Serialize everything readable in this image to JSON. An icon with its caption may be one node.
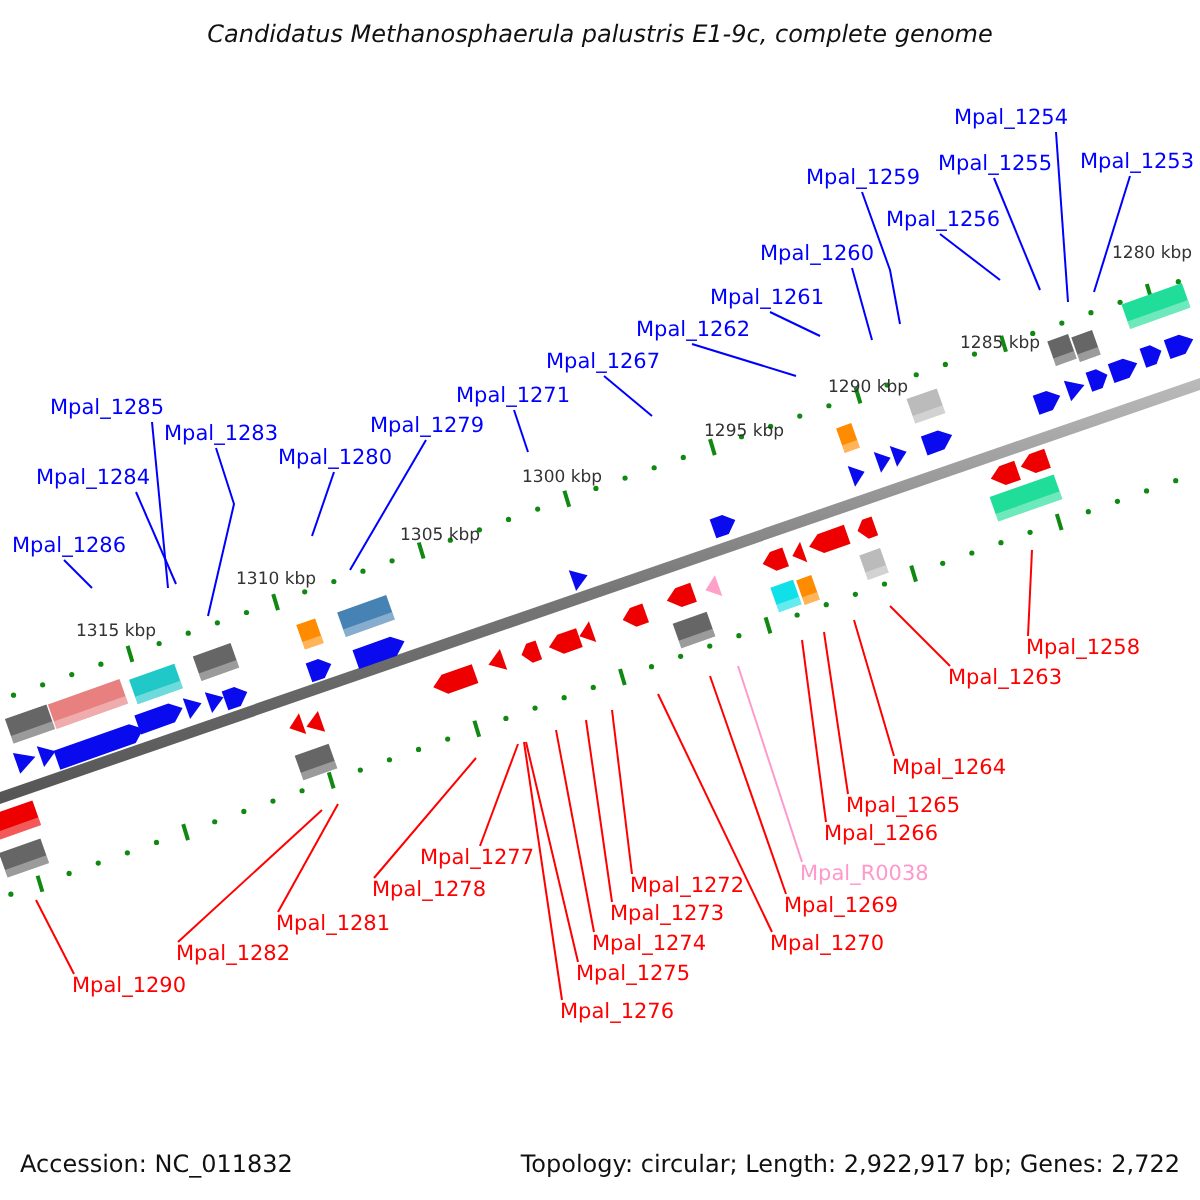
{
  "diagram": {
    "title": "Candidatus Methanosphaerula palustris E1-9c, complete genome",
    "nodes": [
      {
        "text": [
          "Mpal_1254"
        ]
      },
      {
        "text": [
          "Mpal_1253"
        ]
      },
      {
        "text": [
          "Mpal_1255"
        ]
      },
      {
        "text": [
          "Mpal_1259"
        ]
      },
      {
        "text": [
          "Mpal_1256"
        ]
      },
      {
        "text": [
          "Mpal_1260"
        ]
      },
      {
        "text": [
          "Mpal_1261"
        ]
      },
      {
        "text": [
          "Mpal_1262"
        ]
      },
      {
        "text": [
          "Mpal_1267"
        ]
      },
      {
        "text": [
          "Mpal_1271"
        ]
      },
      {
        "text": [
          "Mpal_1285"
        ]
      },
      {
        "text": [
          "Mpal_1279"
        ]
      },
      {
        "text": [
          "Mpal_1283"
        ]
      },
      {
        "text": [
          "Mpal_1280"
        ]
      },
      {
        "text": [
          "Mpal_1284"
        ]
      },
      {
        "text": [
          "Mpal_1286"
        ]
      },
      {
        "text": [
          "Mpal_1258"
        ]
      },
      {
        "text": [
          "Mpal_1263"
        ]
      },
      {
        "text": [
          "Mpal_1264"
        ]
      },
      {
        "text": [
          "Mpal_1265"
        ]
      },
      {
        "text": [
          "Mpal_1266"
        ]
      },
      {
        "text": [
          "Mpal_1277"
        ]
      },
      {
        "text": [
          "Mpal_R0038"
        ]
      },
      {
        "text": [
          "Mpal_1272"
        ]
      },
      {
        "text": [
          "Mpal_1278"
        ]
      },
      {
        "text": [
          "Mpal_1269"
        ]
      },
      {
        "text": [
          "Mpal_1273"
        ]
      },
      {
        "text": [
          "Mpal_1281"
        ]
      },
      {
        "text": [
          "Mpal_1270"
        ]
      },
      {
        "text": [
          "Mpal_1274"
        ]
      },
      {
        "text": [
          "Mpal_1282"
        ]
      },
      {
        "text": [
          "Mpal_1275"
        ]
      },
      {
        "text": [
          "Mpal_1290"
        ]
      },
      {
        "text": [
          "Mpal_1276"
        ]
      }
    ],
    "edges": [
      {
        "from": 0,
        "to": null,
        "arrow": "none",
        "color": "#0000ff"
      },
      {
        "from": 1,
        "to": null,
        "arrow": "none",
        "color": "#0000ff"
      },
      {
        "from": 2,
        "to": null,
        "arrow": "none",
        "color": "#0000ff"
      },
      {
        "from": 3,
        "to": null,
        "arrow": "none",
        "color": "#0000ff"
      },
      {
        "from": 4,
        "to": null,
        "arrow": "none",
        "color": "#0000ff"
      },
      {
        "from": 5,
        "to": null,
        "arrow": "none",
        "color": "#0000ff"
      },
      {
        "from": 6,
        "to": null,
        "arrow": "none",
        "color": "#0000ff"
      },
      {
        "from": 7,
        "to": null,
        "arrow": "none",
        "color": "#0000ff"
      },
      {
        "from": 8,
        "to": null,
        "arrow": "none",
        "color": "#0000ff"
      },
      {
        "from": 9,
        "to": null,
        "arrow": "none",
        "color": "#0000ff"
      },
      {
        "from": 10,
        "to": null,
        "arrow": "none",
        "color": "#0000ff"
      },
      {
        "from": 11,
        "to": null,
        "arrow": "none",
        "color": "#0000ff"
      },
      {
        "from": 12,
        "to": null,
        "arrow": "none",
        "color": "#0000ff"
      },
      {
        "from": 13,
        "to": null,
        "arrow": "none",
        "color": "#0000ff"
      },
      {
        "from": 14,
        "to": null,
        "arrow": "none",
        "color": "#0000ff"
      },
      {
        "from": 15,
        "to": null,
        "arrow": "none",
        "color": "#0000ff"
      },
      {
        "from": 16,
        "to": null,
        "arrow": "none"
      },
      {
        "from": 17,
        "to": null,
        "arrow": "none"
      },
      {
        "from": 18,
        "to": null,
        "arrow": "none"
      },
      {
        "from": 19,
        "to": null,
        "arrow": "none"
      },
      {
        "from": 20,
        "to": null,
        "arrow": "none"
      },
      {
        "from": 21,
        "to": null,
        "arrow": "none"
      },
      {
        "from": 22,
        "to": null,
        "arrow": "none",
        "color": "#ff99cc"
      },
      {
        "from": 23,
        "to": null,
        "arrow": "none"
      },
      {
        "from": 24,
        "to": null,
        "arrow": "none"
      },
      {
        "from": 25,
        "to": null,
        "arrow": "none"
      },
      {
        "from": 26,
        "to": null,
        "arrow": "none"
      },
      {
        "from": 27,
        "to": null,
        "arrow": "none"
      },
      {
        "from": 28,
        "to": null,
        "arrow": "none"
      },
      {
        "from": 29,
        "to": null,
        "arrow": "none"
      },
      {
        "from": 30,
        "to": null,
        "arrow": "none"
      },
      {
        "from": 31,
        "to": null,
        "arrow": "none"
      },
      {
        "from": 32,
        "to": null,
        "arrow": "none"
      },
      {
        "from": 33,
        "to": null,
        "arrow": "none"
      }
    ],
    "labels": [
      "1280 kbp",
      "1285 kbp",
      "1290 kbp",
      "1295 kbp",
      "1300 kbp",
      "1305 kbp",
      "1310 kbp",
      "1315 kbp",
      "Accession: NC_011832",
      "Topology: circular; Length: 2,922,917 bp; Genes: 2,722"
    ]
  }
}
